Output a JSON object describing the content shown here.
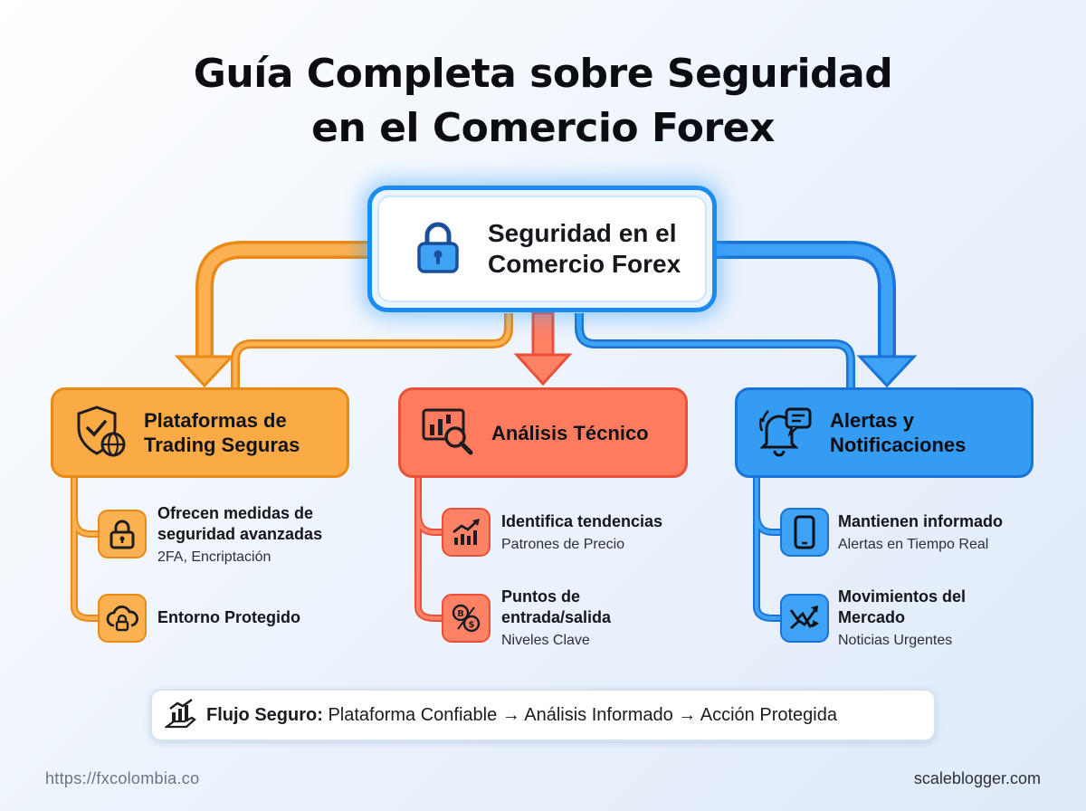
{
  "title": {
    "line1": "Guía Completa sobre Seguridad",
    "line2": "en el Comercio Forex"
  },
  "root": {
    "line1": "Seguridad en el",
    "line2": "Comercio Forex",
    "icon": "padlock-icon"
  },
  "colors": {
    "orange": "#fbab45",
    "red": "#ff7b5e",
    "blue": "#359cf3",
    "root_border": "#1a8cf0"
  },
  "categories": [
    {
      "line1": "Plataformas de",
      "line2": "Trading Seguras",
      "icon": "shield-globe-icon",
      "items": [
        {
          "title1": "Ofrecen medidas de",
          "title2": "seguridad avanzadas",
          "detail": "2FA, Encriptación",
          "icon": "padlock-icon"
        },
        {
          "title1": "Entorno Protegido",
          "title2": "",
          "detail": "",
          "icon": "cloud-lock-icon"
        }
      ]
    },
    {
      "line1": "Análisis Técnico",
      "line2": "",
      "icon": "chart-magnifier-icon",
      "items": [
        {
          "title1": "Identifica tendencias",
          "title2": "",
          "detail": "Patrones de Precio",
          "icon": "trend-chart-icon"
        },
        {
          "title1": "Puntos de",
          "title2": "entrada/salida",
          "detail": "Niveles Clave",
          "icon": "currency-exchange-icon"
        }
      ]
    },
    {
      "line1": "Alertas y",
      "line2": "Notificaciones",
      "icon": "bell-message-icon",
      "items": [
        {
          "title1": "Mantienen informado",
          "title2": "",
          "detail": "Alertas en Tiempo Real",
          "icon": "smartphone-icon"
        },
        {
          "title1": "Movimientos del",
          "title2": "Mercado",
          "detail": "Noticias Urgentes",
          "icon": "market-movement-icon"
        }
      ]
    }
  ],
  "flow": {
    "label": "Flujo Seguro:",
    "text": "Plataforma Confiable → Análisis Informado → Acción Protegida",
    "icon": "growth-hand-icon"
  },
  "footer": {
    "left": "https://fxcolombia.co",
    "right": "scaleblogger.com"
  }
}
